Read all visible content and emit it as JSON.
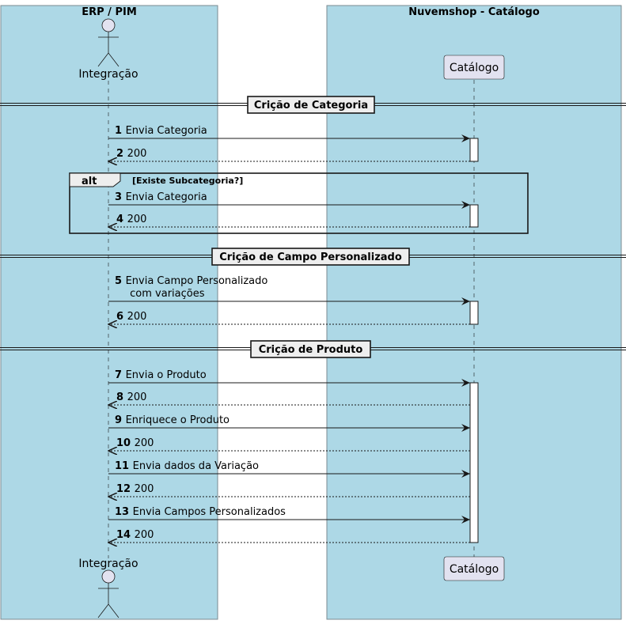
{
  "boxes": [
    {
      "title": "ERP / PIM",
      "color": "#ADD8E6"
    },
    {
      "title": "Nuvemshop - Catálogo",
      "color": "#ADD8E6"
    }
  ],
  "participants": [
    {
      "id": "integracao",
      "label": "Integração",
      "kind": "actor"
    },
    {
      "id": "catalogo",
      "label": "Catálogo",
      "kind": "participant"
    }
  ],
  "dividers": [
    {
      "label": "Crição de Categoria"
    },
    {
      "label": "Crição de Campo Personalizado"
    },
    {
      "label": "Crição de Produto"
    }
  ],
  "alt": {
    "keyword": "alt",
    "condition": "[Existe Subcategoria?]"
  },
  "messages": [
    {
      "n": "1",
      "text": [
        "Envia Categoria"
      ],
      "dir": "request"
    },
    {
      "n": "2",
      "text": [
        "200"
      ],
      "dir": "response"
    },
    {
      "n": "3",
      "text": [
        "Envia Categoria"
      ],
      "dir": "request"
    },
    {
      "n": "4",
      "text": [
        "200"
      ],
      "dir": "response"
    },
    {
      "n": "5",
      "text": [
        "Envia Campo Personalizado",
        " com variações"
      ],
      "dir": "request"
    },
    {
      "n": "6",
      "text": [
        "200"
      ],
      "dir": "response"
    },
    {
      "n": "7",
      "text": [
        "Envia o Produto"
      ],
      "dir": "request"
    },
    {
      "n": "8",
      "text": [
        "200"
      ],
      "dir": "response"
    },
    {
      "n": "9",
      "text": [
        "Enriquece o Produto"
      ],
      "dir": "request"
    },
    {
      "n": "10",
      "text": [
        "200"
      ],
      "dir": "response"
    },
    {
      "n": "11",
      "text": [
        "Envia dados da Variação"
      ],
      "dir": "request"
    },
    {
      "n": "12",
      "text": [
        "200"
      ],
      "dir": "response"
    },
    {
      "n": "13",
      "text": [
        "Envia Campos Personalizados"
      ],
      "dir": "request"
    },
    {
      "n": "14",
      "text": [
        "200"
      ],
      "dir": "response"
    }
  ],
  "colors": {
    "participant_fill": "#E2E2F0",
    "divider_fill": "#EEEEEE",
    "activation_fill": "#FFFFFF"
  }
}
